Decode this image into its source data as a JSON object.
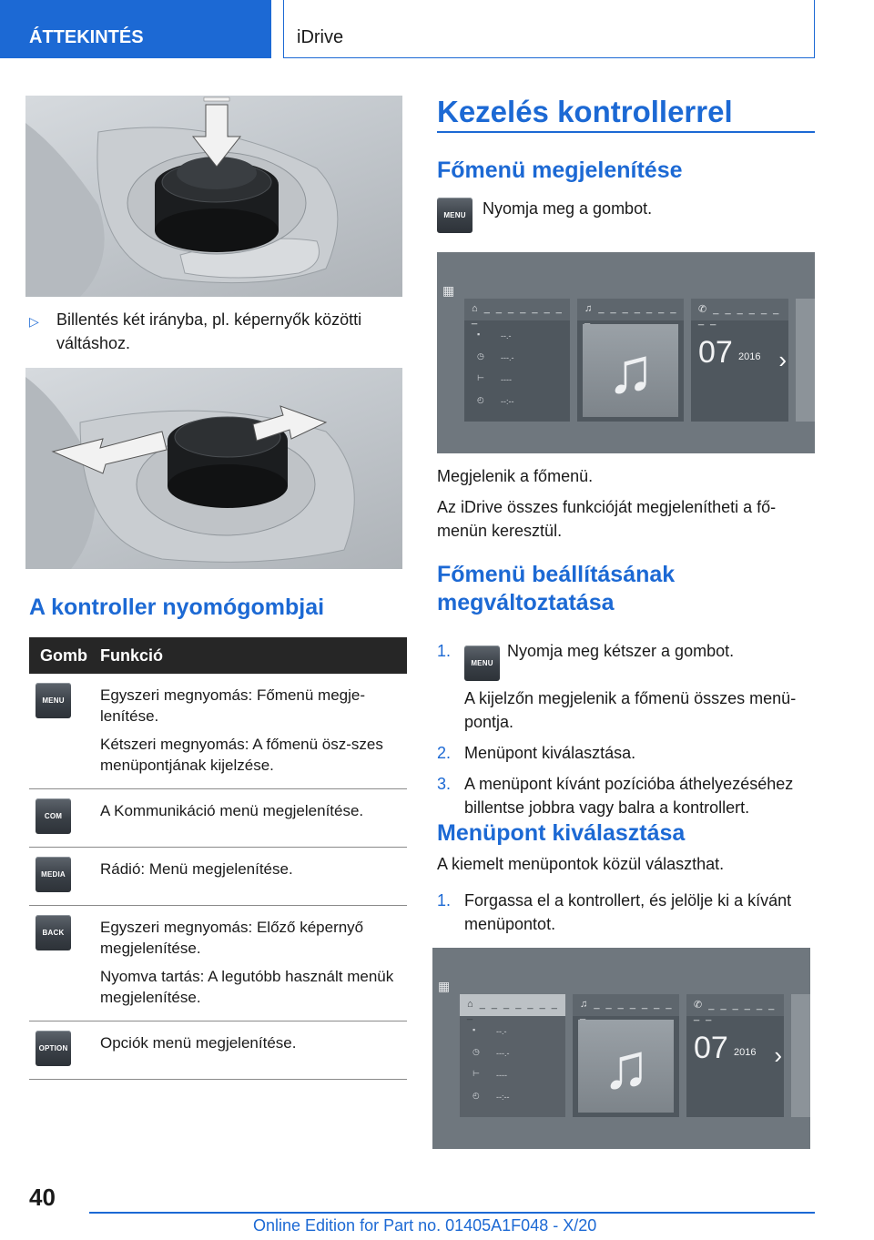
{
  "header": {
    "section": "ÁTTEKINTÉS",
    "chapter": "iDrive"
  },
  "left": {
    "tilt_note": "Billentés két irányba, pl. képernyők közötti váltáshoz.",
    "heading": "A kontroller nyomógombjai",
    "table": {
      "headers": [
        "Gomb",
        "Funkció"
      ],
      "rows": [
        {
          "button": "MENU",
          "lines": [
            "Egyszeri megnyomás: Főmenü megje-lenítése.",
            "Kétszeri megnyomás: A főmenü ösz-szes menüpontjának kijelzése."
          ]
        },
        {
          "button": "COM",
          "lines": [
            "A Kommunikáció menü megjelenítése."
          ]
        },
        {
          "button": "MEDIA",
          "lines": [
            "Rádió: Menü megjelenítése."
          ]
        },
        {
          "button": "BACK",
          "lines": [
            "Egyszeri megnyomás: Előző képernyő megjelenítése.",
            "Nyomva tartás: A legutóbb használt menük megjelenítése."
          ]
        },
        {
          "button": "OPTION",
          "lines": [
            "Opciók menü megjelenítése."
          ]
        }
      ]
    }
  },
  "right": {
    "title": "Kezelés kontrollerrel",
    "sec1": {
      "heading": "Főmenü megjelenítése",
      "button": "MENU",
      "instruction": "Nyomja meg a gombot.",
      "after1": "Megjelenik a főmenü.",
      "after2": "Az iDrive összes funkcióját megjelenítheti a fő-menün keresztül."
    },
    "sec2": {
      "heading": "Főmenü beállításának megváltoztatása",
      "button": "MENU",
      "steps": [
        {
          "num": "1.",
          "main": "Nyomja meg kétszer a gombot.",
          "sub": "A kijelzőn megjelenik a főmenü összes menü-pontja."
        },
        {
          "num": "2.",
          "main": "Menüpont kiválasztása."
        },
        {
          "num": "3.",
          "main": "A menüpont kívánt pozícióba áthelyezéséhez billentse jobbra vagy balra a kontrollert."
        }
      ]
    },
    "sec3": {
      "heading": "Menüpont kiválasztása",
      "intro": "A kiemelt menüpontok közül választhat.",
      "steps": [
        {
          "num": "1.",
          "main": "Forgassa el a kontrollert, és jelölje ki a kívánt menüpontot."
        }
      ]
    },
    "screen": {
      "tile_dashes": "_ _ _ _ _ _ _ _",
      "row1": "--.-",
      "row2": "---.-",
      "row3": "----",
      "row4": "--:--",
      "day": "07",
      "year": "2016",
      "arrow": "›"
    }
  },
  "footer": {
    "page": "40",
    "edition": "Online Edition for Part no. 01405A1F048 - X/20"
  },
  "colors": {
    "accent": "#1c69d4",
    "table_header": "#262626"
  }
}
